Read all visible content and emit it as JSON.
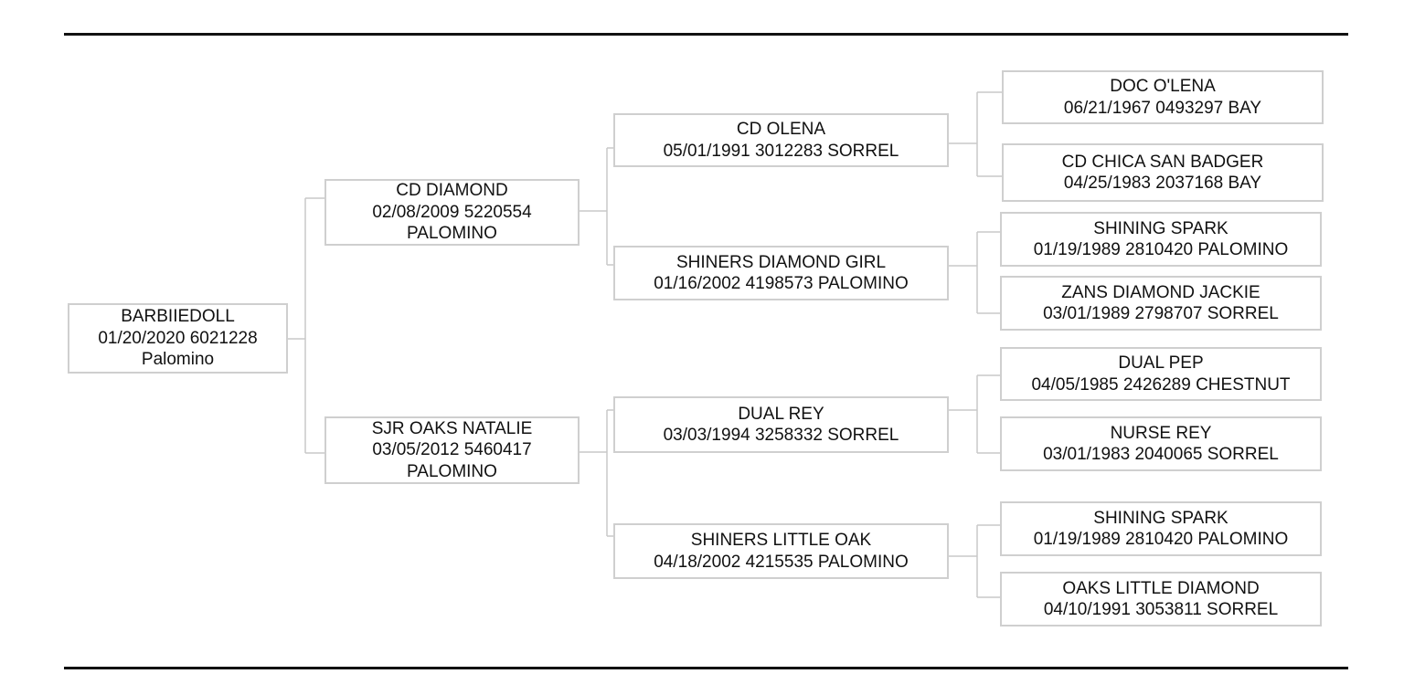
{
  "subject": {
    "name": "BARBIIEDOLL",
    "line2": "01/20/2020 6021228",
    "line3": "Palomino"
  },
  "sire": {
    "name": "CD DIAMOND",
    "line2": "02/08/2009 5220554",
    "line3": "PALOMINO"
  },
  "dam": {
    "name": "SJR OAKS NATALIE",
    "line2": "03/05/2012 5460417",
    "line3": "PALOMINO"
  },
  "grandparents": [
    {
      "name": "CD OLENA",
      "details": "05/01/1991 3012283 SORREL"
    },
    {
      "name": "SHINERS DIAMOND GIRL",
      "details": "01/16/2002 4198573 PALOMINO"
    },
    {
      "name": "DUAL REY",
      "details": "03/03/1994 3258332 SORREL"
    },
    {
      "name": "SHINERS LITTLE OAK",
      "details": "04/18/2002 4215535 PALOMINO"
    }
  ],
  "great_grandparents": [
    {
      "name": "DOC O'LENA",
      "details": "06/21/1967 0493297 BAY"
    },
    {
      "name": "CD CHICA SAN BADGER",
      "details": "04/25/1983 2037168 BAY"
    },
    {
      "name": "SHINING SPARK",
      "details": "01/19/1989 2810420 PALOMINO"
    },
    {
      "name": "ZANS DIAMOND JACKIE",
      "details": "03/01/1989 2798707 SORREL"
    },
    {
      "name": "DUAL PEP",
      "details": "04/05/1985 2426289 CHESTNUT"
    },
    {
      "name": "NURSE REY",
      "details": "03/01/1983 2040065 SORREL"
    },
    {
      "name": "SHINING SPARK",
      "details": "01/19/1989 2810420 PALOMINO"
    },
    {
      "name": "OAKS LITTLE DIAMOND",
      "details": "04/10/1991 3053811 SORREL"
    }
  ]
}
